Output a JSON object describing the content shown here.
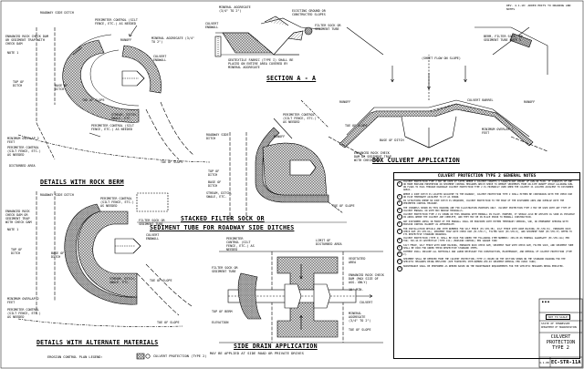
{
  "revision_note": "REV. 4-1-10: ADDED EDITS TO DRAWING AND NOTES",
  "labels": {
    "roadway_side_ditch": "ROADWAY SIDE DITCH",
    "perimeter_control": "PERIMETER CONTROL (SILT FENCE, ETC.) AS NEEDED",
    "enhanced_rock_check": "ENHANCED ROCK CHECK DAM OR SEDIMENT TRAP WITH CHECK DAM",
    "note_1": "NOTE 1",
    "runoff": "RUNOFF",
    "mineral_aggregate": "MINERAL AGGREGATE (3/4\" TO 2\")",
    "culvert_endwall": "CULVERT ENDWALL",
    "existing_ground": "EXISTING GROUND OR CONSTRUCTED SLOPES",
    "filter_sock": "FILTER SOCK OR SEDIMENT TUBE",
    "top_of_ditch": "TOP OF DITCH",
    "base_of_ditch": "BASE OF DITCH",
    "toe_of_slope": "TOE OF SLOPE",
    "stream_ditch": "STREAM, DITCH, SWALE, ETC.",
    "geotextile": "GEOTEXTILE FABRIC (TYPE I) SHALL BE PLACED ON ENTIRE AREA COVERED BY MINERAL AGGREGATE",
    "minimum_overlap": "MINIMUM OVERLAP 2 FEET",
    "disturbed_area": "DISTURBED AREA",
    "berm_filter_sock": "BERM, FILTER SOCK, OR SEDIMENT TUBE NOTE 3",
    "flow_on_slope": "(SHEET FLOW ON SLOPE)",
    "culvert_barrel": "CULVERT BARREL",
    "limit_disturbed": "LIMIT OF DISTURBED AREA",
    "vegetated_area": "VEGETATED AREA",
    "enhanced_rock_dam": "ENHANCED ROCK CHECK DAM (MAX SIZE OF AGG. ONLY)",
    "ten_ft_min": "10' MIN.",
    "culvert": "CULVERT",
    "top_of_berm": "TOP OF BERM",
    "elevation": "ELEVATION"
  },
  "titles": {
    "section_a": "SECTION A - A",
    "box_culvert": "BOX CULVERT APPLICATION",
    "rock_berm": "DETAILS WITH ROCK BERM",
    "stacked_1": "STACKED FILTER SOCK OR",
    "stacked_2": "SEDIMENT TUBE FOR ROADWAY SIDE DITCHES",
    "alternate": "DETAILS WITH ALTERNATE MATERIALS",
    "side_drain": "SIDE DRAIN APPLICATION",
    "side_drain_sub": "MAY BE APPLIED AT SIDE ROAD OR PRIVATE DRIVES"
  },
  "legend": {
    "text": "EROSION CONTROL PLAN LEGEND:",
    "symbol_text": "CULVERT PROTECTION (TYPE 2)"
  },
  "notes": {
    "title": "CULVERT PROTECTION TYPE 2 GENERAL NOTES",
    "items": [
      "CULVERT PROTECTION TYPE 2 MAY BE USED AT SITES WHERE A CULVERT CONVEYS A SIGNIFICANT AMOUNT OF RUN-ON FLOW. IT CONSISTS OF ONE OR MORE EROSION PREVENTION OR SEDIMENT CONTROL MEASURES WHICH SERVE TO REMOVE SEDIMENTS FROM ON-SITE RUNOFF WHILE ALLOWING RUN-ON FLOWS TO PASS THROUGH DRAINAGE CULVERT PROTECTION TYPE 2 IS PRIMARILY USED WHEN THE CULVERT IS LOCATED ADJACENT TO DISTURBED AREAS.",
      "WHERE A SIDE DITCH IS LOCATED ADJACENT TO THE ROADWAY, CULVERT PROTECTION TYPE 2 SHALL EITHER BE CONTINUOUS WITH THE CHECK DAM OR ELSE TERMINATE ADJACENT TO IT AS SHOWN.",
      "IN SITUATIONS WHERE NO SIDE DITCH IS REQUIRED, CULVERT PROTECTION TO THE EDGE OF THE DISTURBED AREA AND OVERLAP WITH THE PERIMETER CONTROL MEASURE.",
      "THE CHANNELS SHOWN IN THIS DRAWING ARE FOR ILLUSTRATION PURPOSES ONLY. CULVERT PROTECTION TYPE 2 MAY BE USED WITH ANY TYPE OF CULVERT ENDWALL OR WITH BOX BRIDGE MINIWALLS.",
      "CULVERT PROTECTION TYPE 2 IS SHOWN ON THIS DRAWING WITH ENDWALL IN PLACE. HOWEVER, IT SHOULD ALSO BE APPLIED AS SOON AS POSSIBLE IN AREAS WHERE THE CULVERT ARE COMPLETE, AND THEY MAY BE IN PLACE PRIOR TO ENDWALL CONSTRUCTION.",
      "ANY DISTURBED AREAS IN FRONT OF THE ENDWALL SHALL BE PROVIDED WITH EITHER TEMPORARY SEEDING, SOD, OR PERMANENT SEEDING WITH EROSION CONTROL BLANKET AS APPROPRIATE.",
      "FOR INSTALLATION DETAILS AND ITEM NUMBERS FOR SILT FENCE (EC-STR-3B), SILT FENCE WITH WIRE BACKING (EC-STR-3C), ENHANCED ROCK CHECK DAM (EC-STR-6A), SEDIMENT TRAP WITH CHECK DAM (EC-STR-7), FILTER SOCK (EC-STR-8), AND SEDIMENT TUBE (EC-STR-37) REFER TO ITS RESPECTIVE STANDARD DRAWINGS.",
      "CULVERT PROTECTION (TYPE 2) SHALL BE PAID FOR UNDER THE FOLLOWING ITEM NUMBERS: 209-05.06 MINERAL AGGREGATE (EC-STR-11A) PER TON; 740-10.03 GEOTEXTILE (TYPE III) (EROSION CONTROL) PER SQUARE YARD",
      "SILT FENCE, SILT FENCE WITH WIRE BACKING, ENHANCED ROCK CHECK DAM, SEDIMENT TRAP WITH CHECK DAM, FILTER SOCK, AND SEDIMENT TUBE SHALL BE PAID FOR UNDER THEIR RESPECTIVE STANDARD ITEMS.",
      "PAYMENT SHALL INCLUDE ALL MATERIALS AND LABOR NECESSARY FOR CONSTRUCTION, MAINTENANCE, AND REMOVAL OF CULVERT PROTECTION (TYPE 2).",
      "SEDIMENT SHALL BE REMOVED FROM THE CULVERT PROTECTION (TYPE 2) BASED ON THE SECTION SHOWN ON THE STANDARD DRAWING FOR THE SPECIFIC MEASURES BEING EMPLOYED (SEE FOOTNOTES ITEM NUMBER 209-03 SEDIMENT REMOVAL PER CUBIC YARD).",
      "MAINTENANCE SHALL BE PERFORMED AS NEEDED BASED ON THE MAINTENANCE REQUIREMENTS FOR THE SPECIFIC MEASURES BEING EMPLOYED."
    ]
  },
  "title_block": {
    "not_to_scale": "NOT TO SCALE",
    "state": "STATE OF TENNESSEE",
    "dept": "DEPARTMENT OF TRANSPORTATION",
    "dwg_line1": "CULVERT",
    "dwg_line2": "PROTECTION",
    "dwg_line3": "TYPE 2",
    "date": "4-1-08",
    "sheet": "EC-STR-11A"
  }
}
